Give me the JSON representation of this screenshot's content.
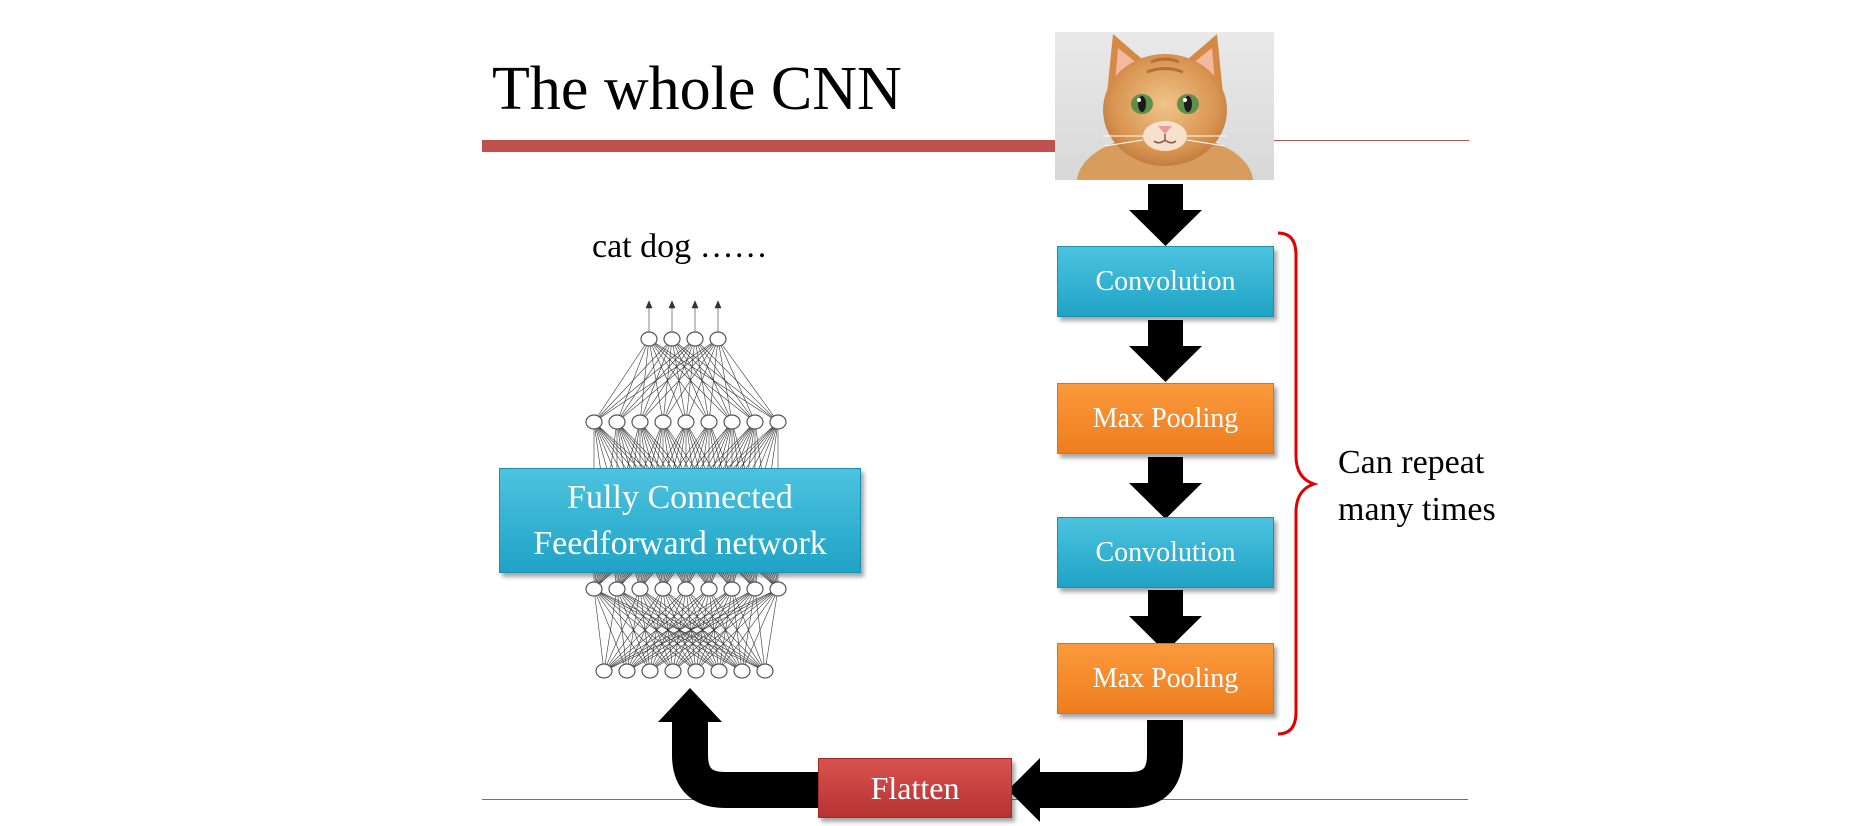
{
  "slide": {
    "title": "The whole CNN",
    "outputs_label": "cat dog ……",
    "fc_network": {
      "line1": "Fully Connected",
      "line2": "Feedforward network"
    },
    "pipeline": [
      {
        "label": "Convolution",
        "kind": "convolution"
      },
      {
        "label": "Max Pooling",
        "kind": "max-pooling"
      },
      {
        "label": "Convolution",
        "kind": "convolution"
      },
      {
        "label": "Max Pooling",
        "kind": "max-pooling"
      }
    ],
    "flatten_label": "Flatten",
    "repeat_note": {
      "line1": "Can repeat",
      "line2": "many times"
    }
  },
  "colors": {
    "accent_red": "#c0504d",
    "convolution": "#2eb0d3",
    "max_pooling": "#f48a2e",
    "flatten": "#c0403e",
    "brace": "#e00000",
    "arrow": "#000000"
  },
  "icons": {
    "input_image": "cat-photo-icon"
  }
}
